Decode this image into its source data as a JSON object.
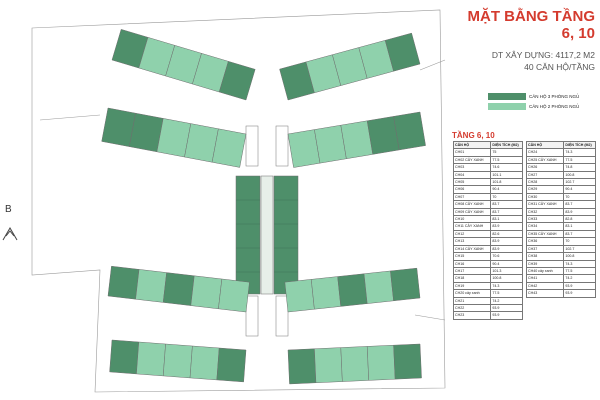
{
  "header": {
    "title_line1": "MẶT BẰNG TẦNG",
    "title_line2": "6, 10",
    "area": "DT XÂY DỰNG: 4117,2 M2",
    "units": "40 CĂN HỘ/TẦNG"
  },
  "legend": [
    {
      "label": "CĂN HỘ 3 PHÒNG NGỦ",
      "color": "#4e8f6a"
    },
    {
      "label": "CĂN HỘ 2 PHÒNG NGỦ",
      "color": "#8fd1ac"
    }
  ],
  "table": {
    "title": "TẦNG 6, 10",
    "headers": [
      "CĂN HỘ",
      "DIỆN TÍCH (M2)"
    ],
    "left": [
      [
        "CH01",
        "75"
      ],
      [
        "CH02 CÂY XANH",
        "77.5"
      ],
      [
        "CH03",
        "74.6"
      ],
      [
        "CH04",
        "101.1"
      ],
      [
        "CH05",
        "101.8"
      ],
      [
        "CH06",
        "90.4"
      ],
      [
        "CH07",
        "70"
      ],
      [
        "CH08 CÂY XANH",
        "83.7"
      ],
      [
        "CH09 CÂY XANH",
        "83.7"
      ],
      [
        "CH10",
        "83.1"
      ],
      [
        "CH11 CÂY XANH",
        "83.9"
      ],
      [
        "CH12",
        "82.6"
      ],
      [
        "CH13",
        "83.9"
      ],
      [
        "CH14 CÂY XANH",
        "83.9"
      ],
      [
        "CH15",
        "70.6"
      ],
      [
        "CH16",
        "90.4"
      ],
      [
        "CH17",
        "101.3"
      ],
      [
        "CH18",
        "100.8"
      ],
      [
        "CH19",
        "74.3"
      ],
      [
        "CH20 cây xanh",
        "77.5"
      ],
      [
        "CH21",
        "74.2"
      ],
      [
        "CH22",
        "93.9"
      ],
      [
        "CH23",
        "93.9"
      ]
    ],
    "right": [
      [
        "CH24",
        "74.3"
      ],
      [
        "CH25 CÂY XANH",
        "77.5"
      ],
      [
        "CH26",
        "74.8"
      ],
      [
        "CH27",
        "100.8"
      ],
      [
        "CH28",
        "102.7"
      ],
      [
        "CH29",
        "90.4"
      ],
      [
        "CH30",
        "70"
      ],
      [
        "CH31 CÂY XANH",
        "83.7"
      ],
      [
        "CH32",
        "83.9"
      ],
      [
        "CH33",
        "82.8"
      ],
      [
        "CH34",
        "83.1"
      ],
      [
        "CH35 CÂY XANH",
        "83.7"
      ],
      [
        "CH36",
        "70"
      ],
      [
        "CH37",
        "102.7"
      ],
      [
        "CH38",
        "100.8"
      ],
      [
        "CH39",
        "74.3"
      ],
      [
        "CH40 cây xanh",
        "77.5"
      ],
      [
        "CH41",
        "74.2"
      ],
      [
        "CH42",
        "93.9"
      ],
      [
        "CH43",
        "93.9"
      ]
    ]
  },
  "compass": {
    "label": "B"
  },
  "colors": {
    "dark_green": "#4e8f6a",
    "light_green": "#8fd1ac",
    "outline": "#6e6e6e",
    "accent": "#d43b2e"
  }
}
